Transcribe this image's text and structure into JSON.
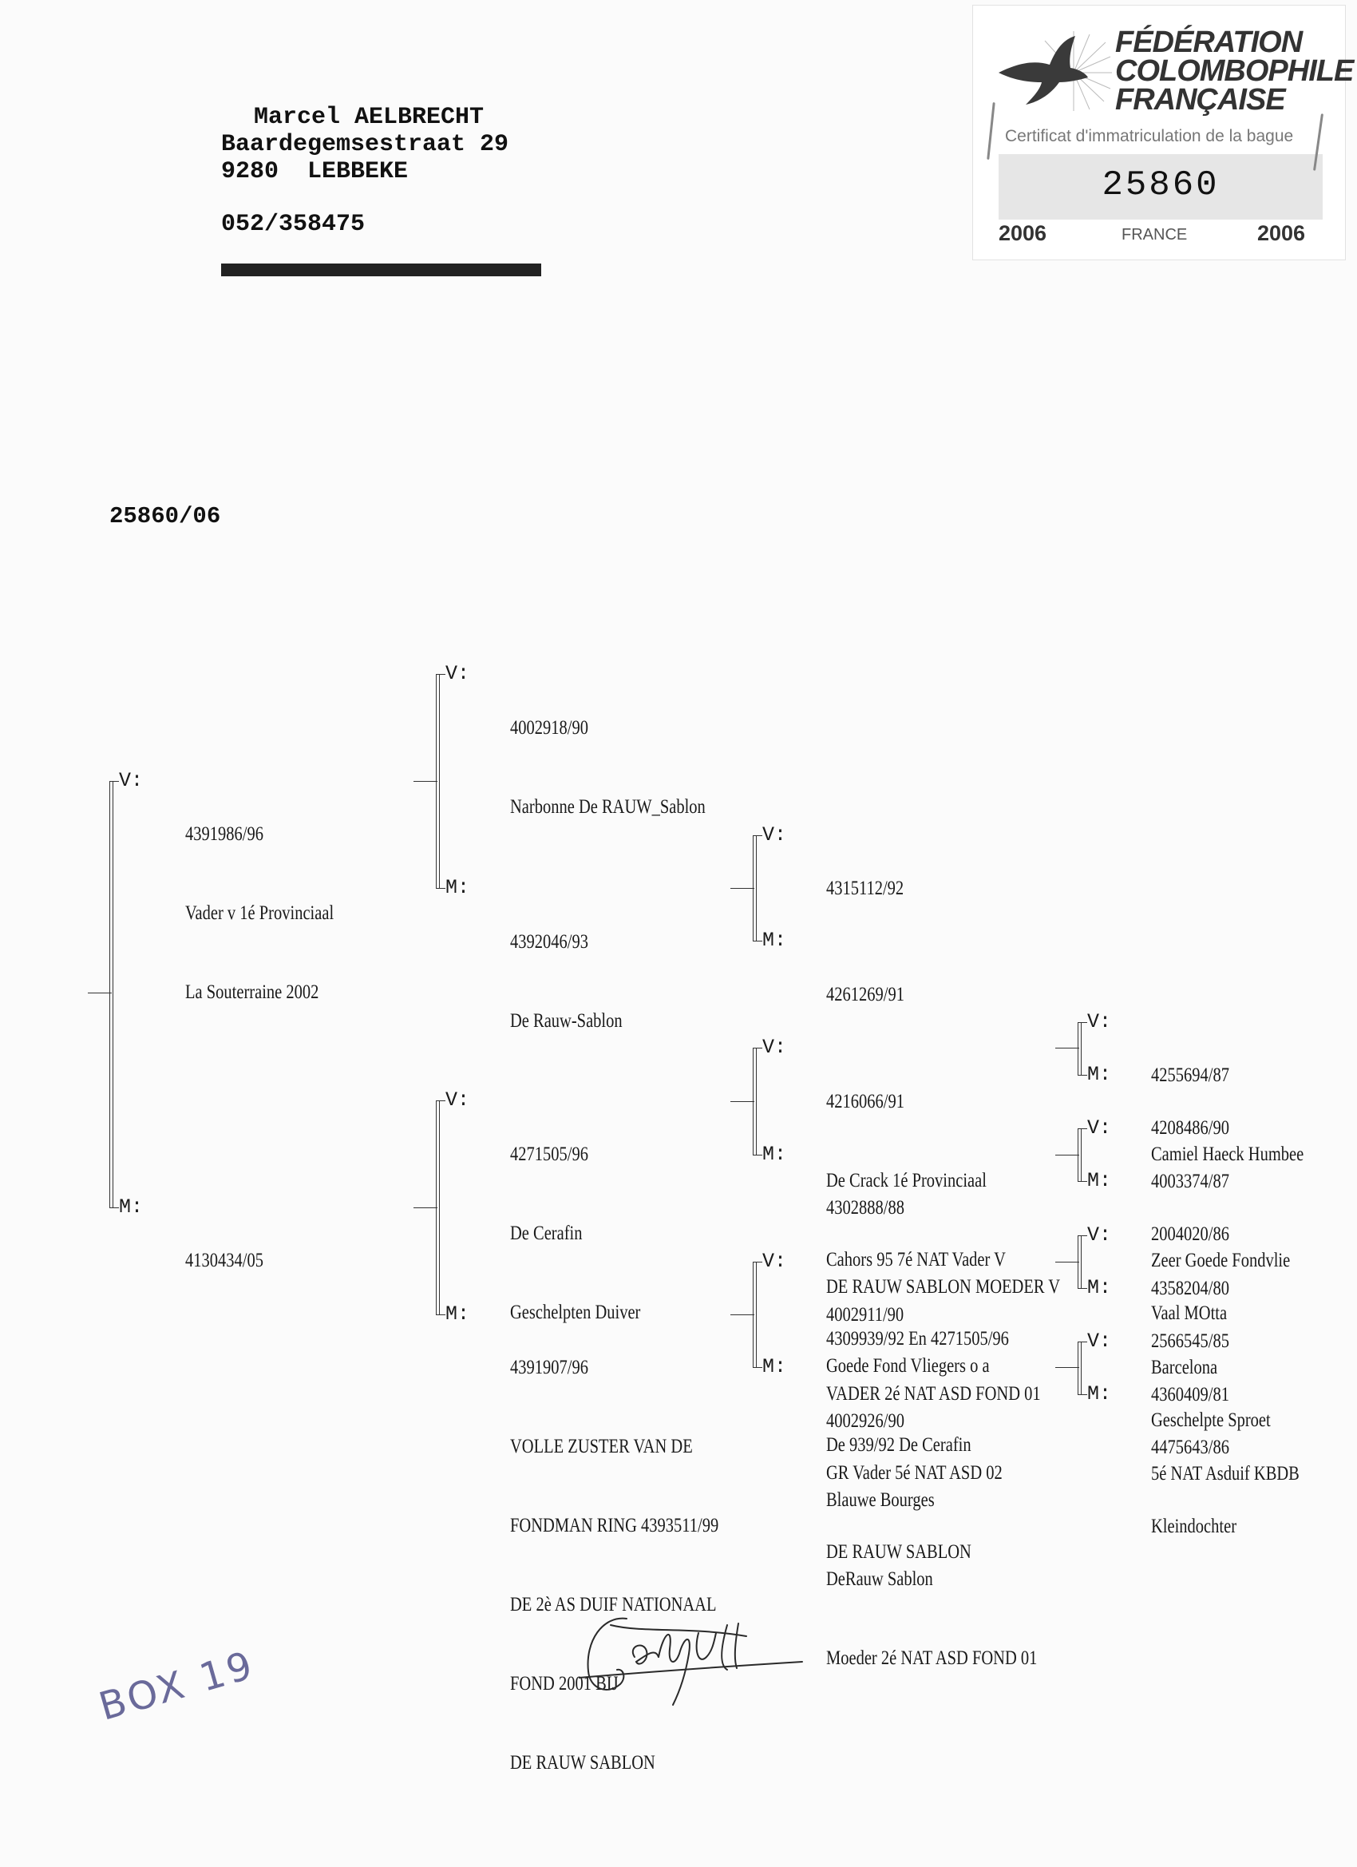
{
  "owner": {
    "name": "Marcel AELBRECHT",
    "street": "Baardegemsestraat 29",
    "city": "9280  LEBBEKE",
    "phone": "052/358475"
  },
  "certificate": {
    "org_line1": "FÉDÉRATION",
    "org_line2": "COLOMBOPHILE",
    "org_line3": "FRANÇAISE",
    "subtitle": "Certificat d'immatriculation de la bague",
    "number": "25860",
    "year_left": "2006",
    "country": "FRANCE",
    "year_right": "2006"
  },
  "ring_number": "25860/06",
  "labels": {
    "father": "V:",
    "mother": "M:"
  },
  "pedigree": {
    "gen1": {
      "father": {
        "ring": "4391986/96",
        "notes": [
          "Vader v 1é Provinciaal",
          "La Souterraine 2002"
        ]
      },
      "mother": {
        "ring": "4130434/05",
        "notes": []
      }
    },
    "gen2": {
      "ff": {
        "ring": "4002918/90",
        "notes": [
          "Narbonne De RAUW_Sablon"
        ]
      },
      "fm": {
        "ring": "4392046/93",
        "notes": [
          "De Rauw-Sablon"
        ]
      },
      "mf": {
        "ring": "4271505/96",
        "notes": [
          "De Cerafin",
          "Geschelpten Duiver"
        ]
      },
      "mm": {
        "ring": "4391907/96",
        "notes": [
          "VOLLE ZUSTER VAN DE",
          "FONDMAN RING 4393511/99",
          "DE 2è AS DUIF NATIONAAL",
          "FOND 2001 BIJ",
          "DE RAUW SABLON"
        ]
      }
    },
    "gen3": {
      "fmf": {
        "ring": "4315112/92",
        "notes": []
      },
      "fmm": {
        "ring": "4261269/91",
        "notes": []
      },
      "mff": {
        "ring": "4216066/91",
        "notes": [
          "De Crack 1é Provinciaal",
          "Cahors 95 7é NAT Vader V",
          "4309939/92 En 4271505/96"
        ]
      },
      "mfm": {
        "ring": "4302888/88",
        "notes": [
          "DE RAUW SABLON MOEDER V",
          "Goede Fond Vliegers o a",
          "De 939/92 De Cerafin"
        ]
      },
      "mmf": {
        "ring": "4002911/90",
        "notes": [
          "VADER 2é NAT ASD FOND 01",
          "GR Vader 5é NAT ASD 02",
          "DE RAUW SABLON"
        ]
      },
      "mmm": {
        "ring": "4002926/90",
        "notes": [
          "Blauwe Bourges",
          "DeRauw Sablon",
          "Moeder 2é NAT ASD FOND 01"
        ]
      }
    },
    "gen4": {
      "mfff": {
        "ring": "4255694/87",
        "notes": [
          "Camiel Haeck Humbee"
        ]
      },
      "mffm": {
        "ring": "4208486/90",
        "notes": []
      },
      "mfmf": {
        "ring": "4003374/87",
        "notes": [
          "Zeer Goede Fondvlie"
        ]
      },
      "mfmm": {
        "ring": "2004020/86",
        "notes": [
          "Vaal MOtta"
        ]
      },
      "mmff": {
        "ring": "4358204/80",
        "notes": [
          "Barcelona"
        ]
      },
      "mmfm": {
        "ring": "2566545/85",
        "notes": [
          "Geschelpte Sproet"
        ]
      },
      "mmmf": {
        "ring": "4360409/81",
        "notes": [
          "5é NAT Asduif KBDB"
        ]
      },
      "mmmm": {
        "ring": "4475643/86",
        "notes": [
          "Kleindochter"
        ]
      }
    }
  },
  "handwritten_note": "BOX 19"
}
